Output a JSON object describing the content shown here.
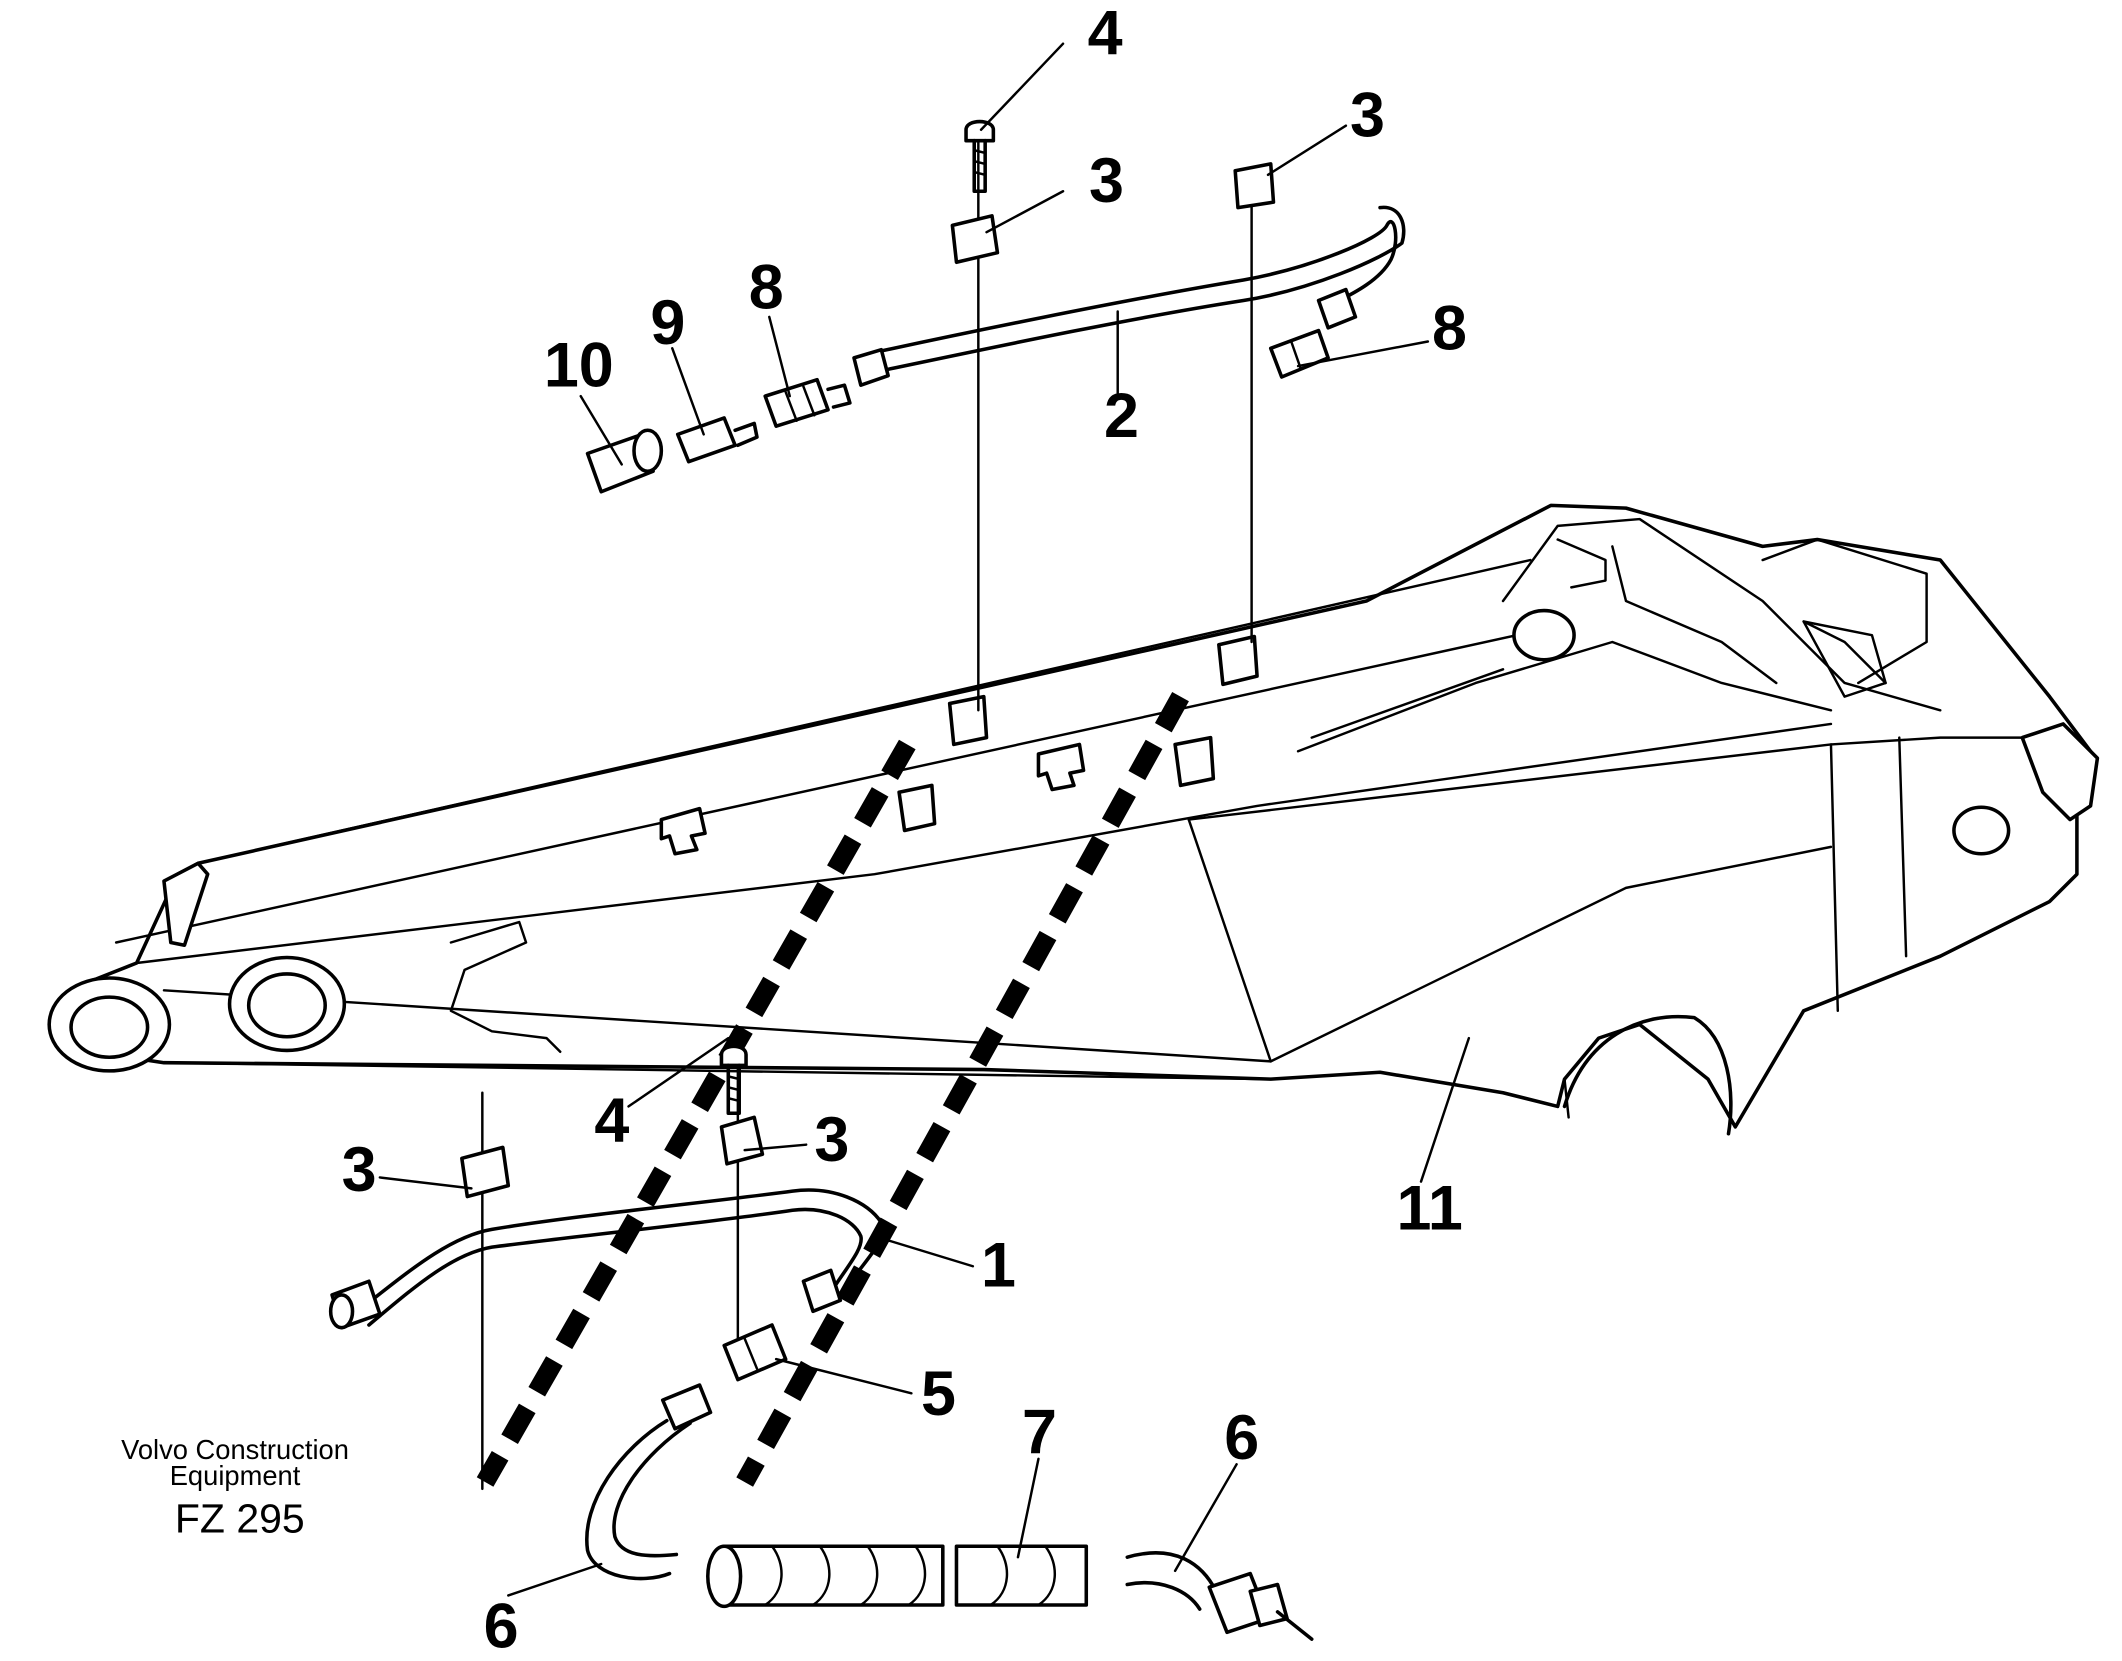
{
  "diagram": {
    "callouts": {
      "top_bolt": "4",
      "top_clamp_left": "3",
      "top_clamp_right": "3",
      "part_10": "10",
      "part_9": "9",
      "part_8_left": "8",
      "part_8_right": "8",
      "part_2": "2",
      "part_11": "11",
      "bottom_bolt": "4",
      "bottom_clamp_right": "3",
      "bottom_clamp_left": "3",
      "part_1": "1",
      "part_5": "5",
      "part_7": "7",
      "part_6_left": "6",
      "part_6_right": "6"
    },
    "manufacturer_line1": "Volvo Construction",
    "manufacturer_line2": "Equipment",
    "drawing_code": "FZ 295"
  }
}
